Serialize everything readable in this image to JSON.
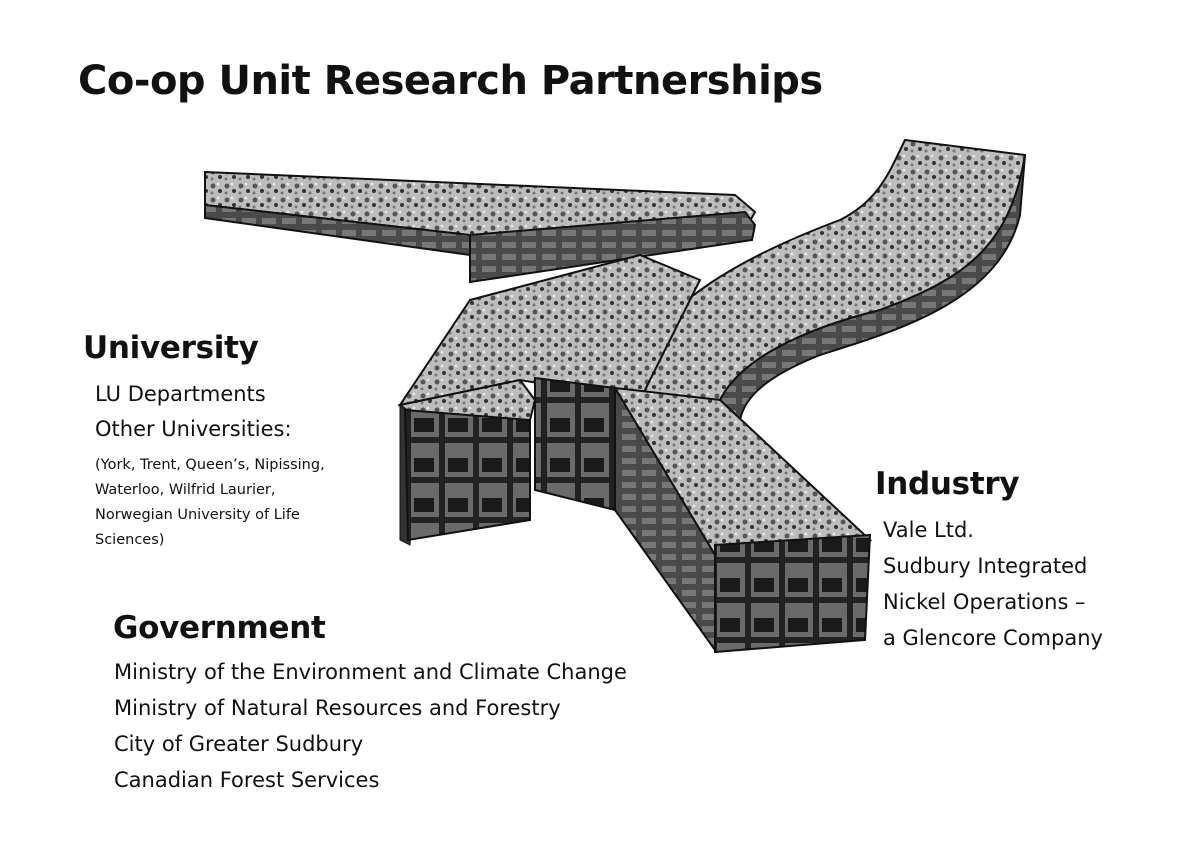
{
  "title": "Co-op Unit Research Partnerships",
  "university": {
    "heading": "University",
    "items": [
      "LU Departments",
      "Other Universities:"
    ],
    "note_lines": [
      "(York, Trent, Queen’s, Nipissing,",
      "Waterloo, Wilfrid Laurier,",
      "Norwegian University of Life",
      "Sciences)"
    ]
  },
  "government": {
    "heading": "Government",
    "items": [
      "Ministry of the Environment and Climate Change",
      "Ministry of Natural Resources and Forestry",
      "City of Greater Sudbury",
      "Canadian Forest Services"
    ]
  },
  "industry": {
    "heading": "Industry",
    "items": [
      "Vale Ltd.",
      "Sudbury Integrated",
      "Nickel Operations –",
      "a Glencore Company"
    ]
  },
  "image": {
    "icon": "building-illustration"
  }
}
